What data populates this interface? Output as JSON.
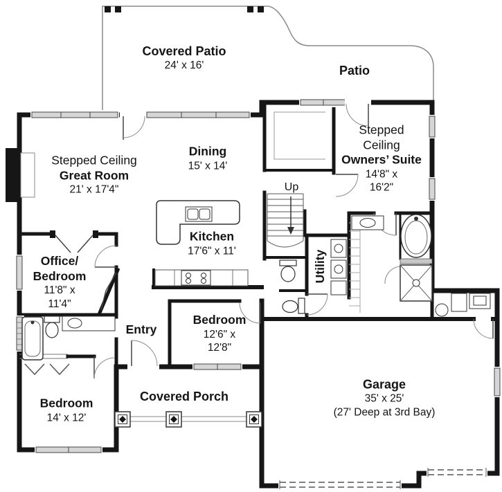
{
  "plan": {
    "title_hint": "single-story house floor plan",
    "rooms": {
      "covered_patio": {
        "name": "Covered Patio",
        "dims": "24' x 16'"
      },
      "patio": {
        "name": "Patio"
      },
      "great_room": {
        "prefix": "Stepped Ceiling",
        "name": "Great Room",
        "dims": "21' x 17'4\""
      },
      "dining": {
        "name": "Dining",
        "dims": "15' x 14'"
      },
      "owners_suite": {
        "prefix_line1": "Stepped",
        "prefix_line2": "Ceiling",
        "name": "Owners’ Suite",
        "dims_line1": "14'8\" x",
        "dims_line2": "16'2\""
      },
      "kitchen": {
        "name": "Kitchen",
        "dims": "17'6\" x 11'"
      },
      "utility": {
        "name": "Utility"
      },
      "office_bedroom": {
        "name_line1": "Office/",
        "name_line2": "Bedroom",
        "dims_line1": "11'8\" x",
        "dims_line2": "11'4\""
      },
      "entry": {
        "name": "Entry"
      },
      "bedroom_middle": {
        "name": "Bedroom",
        "dims_line1": "12'6\" x",
        "dims_line2": "12'8\""
      },
      "bedroom_corner": {
        "name": "Bedroom",
        "dims": "14' x 12'"
      },
      "covered_porch": {
        "name": "Covered Porch"
      },
      "garage": {
        "name": "Garage",
        "dims": "35' x 25'",
        "note": "(27' Deep at 3rd Bay)"
      }
    },
    "stairs": {
      "label": "Up"
    },
    "colors": {
      "wall": "#161616",
      "thin_line": "#8a8a8a",
      "window_fill": "#d6d6d6",
      "text": "#141414"
    }
  }
}
